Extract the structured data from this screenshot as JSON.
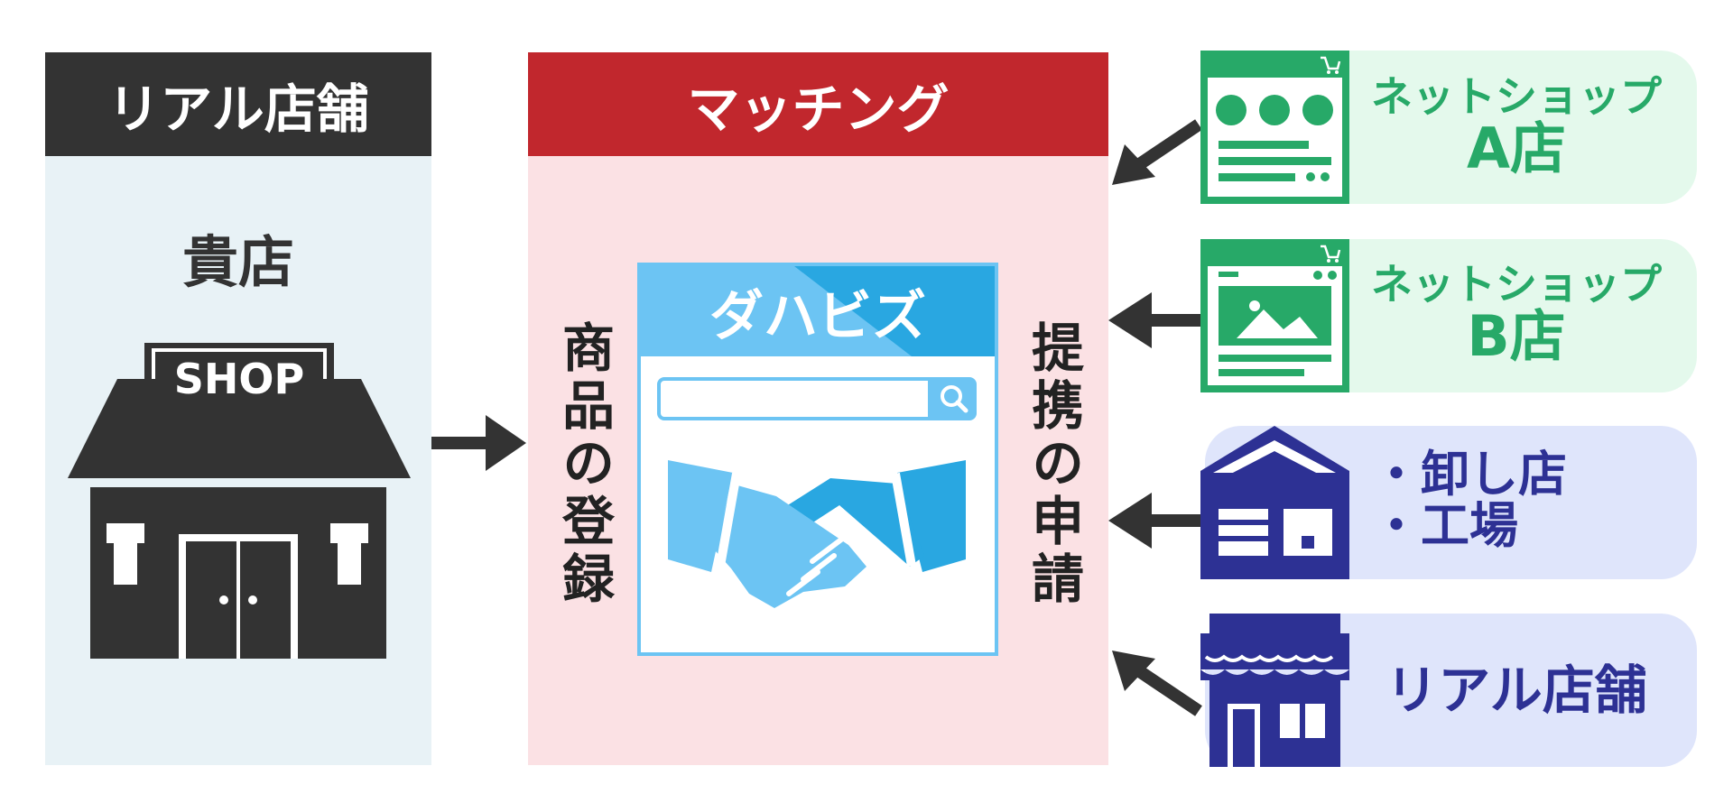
{
  "colors": {
    "dark": "#333333",
    "red": "#c1272d",
    "left_bg": "#e8f2f6",
    "mid_bg": "#fbe1e4",
    "green": "#27a968",
    "green_bg": "#e4f9ec",
    "navy": "#2d3194",
    "navy_bg": "#dfe5fb",
    "blue": "#29a7e1",
    "light_blue": "#6cc4f3"
  },
  "left_panel": {
    "header": "リアル店舗",
    "shop_title": "貴店",
    "shop_sign": "SHOP"
  },
  "center_panel": {
    "header": "マッチング",
    "site_name": "ダハビズ",
    "left_vertical": "商品の登録",
    "right_vertical": "提携の申請"
  },
  "right_items": [
    {
      "line1": "ネットショップ",
      "line2": "A店",
      "icon": "web-shop-icon"
    },
    {
      "line1": "ネットショップ",
      "line2": "B店",
      "icon": "web-image-icon"
    },
    {
      "line1": "・卸し店",
      "line2": "・工場",
      "icon": "warehouse-icon"
    },
    {
      "line1": "リアル店舗",
      "line2": "",
      "icon": "storefront-icon"
    }
  ]
}
